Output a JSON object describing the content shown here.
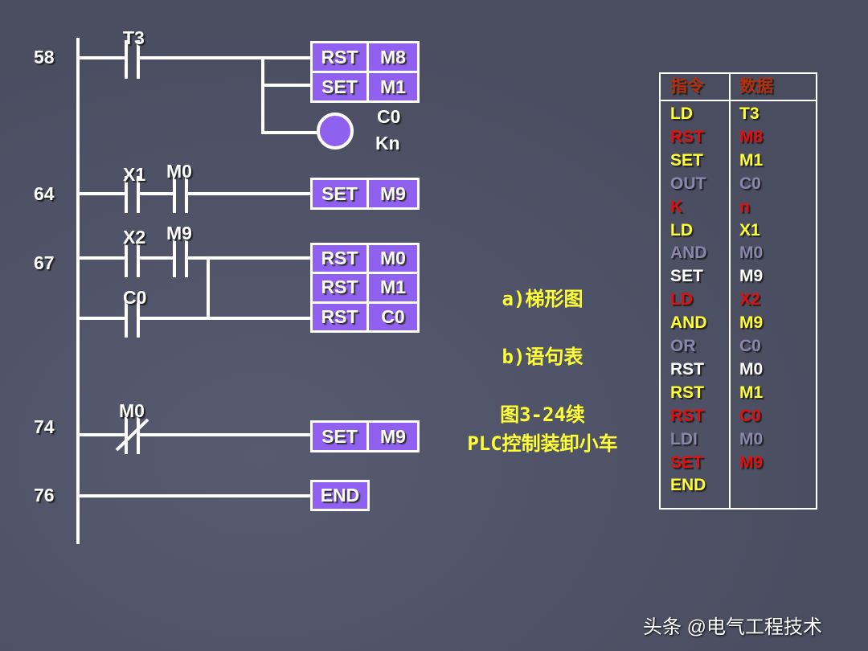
{
  "rungs": {
    "r58": "58",
    "r64": "64",
    "r67": "67",
    "r74": "74",
    "r76": "76"
  },
  "contacts": {
    "t3": "T3",
    "x1": "X1",
    "m0a": "M0",
    "x2": "X2",
    "m9": "M9",
    "c0": "C0",
    "m0b": "M0"
  },
  "coil": {
    "name": "C0",
    "k": "Kn"
  },
  "boxes": [
    [
      "RST",
      "M8"
    ],
    [
      "SET",
      "M1"
    ],
    [
      "SET",
      "M9"
    ],
    [
      "RST",
      "M0"
    ],
    [
      "RST",
      "M1"
    ],
    [
      "RST",
      "C0"
    ],
    [
      "SET",
      "M9"
    ],
    [
      "END"
    ]
  ],
  "captions": {
    "a": "a)梯形图",
    "b": "b)语句表",
    "fig": "图3-24续",
    "title": "PLC控制装卸小车"
  },
  "table": {
    "headers": [
      "指令",
      "数据"
    ],
    "rows": [
      [
        "LD",
        "T3",
        "#ffff33"
      ],
      [
        "RST",
        "M8",
        "#e01010"
      ],
      [
        "SET",
        "M1",
        "#ffff33"
      ],
      [
        "OUT",
        "C0",
        "#8a86b0"
      ],
      [
        "K",
        "n",
        "#e01010"
      ],
      [
        "LD",
        "X1",
        "#ffff33"
      ],
      [
        "AND",
        "M0",
        "#8a86b0"
      ],
      [
        "SET",
        "M9",
        "#ffffff"
      ],
      [
        "LD",
        "X2",
        "#e01010"
      ],
      [
        "AND",
        "M9",
        "#ffff33"
      ],
      [
        "OR",
        "C0",
        "#8a86b0"
      ],
      [
        "RST",
        "M0",
        "#ffffff"
      ],
      [
        "RST",
        "M1",
        "#ffff33"
      ],
      [
        "RST",
        "C0",
        "#e01010"
      ],
      [
        "LDI",
        "M0",
        "#8a86b0"
      ],
      [
        "SET",
        "M9",
        "#e01010"
      ],
      [
        "END",
        "",
        "#ffff33"
      ]
    ]
  },
  "watermark": "头条 @电气工程技术"
}
